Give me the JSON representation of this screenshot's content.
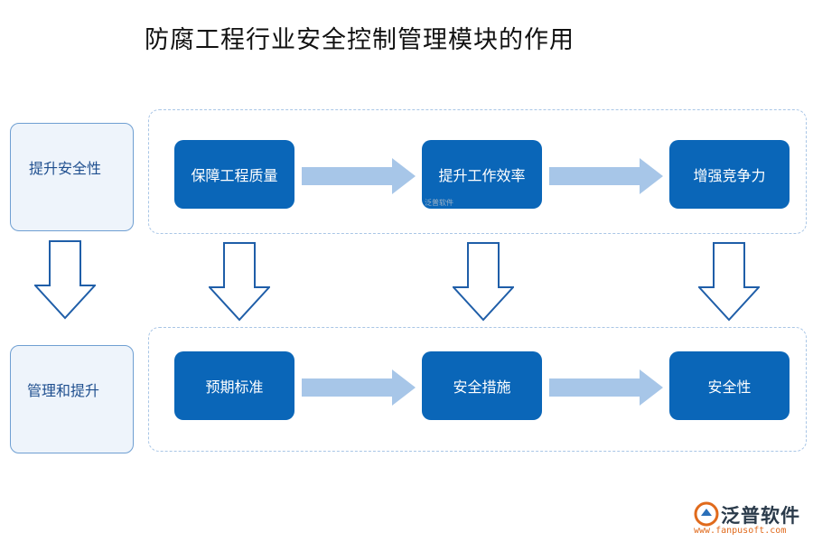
{
  "title": "防腐工程行业安全控制管理模块的作用",
  "side_labels": [
    "提升安全性",
    "管理和提升"
  ],
  "rows": [
    {
      "nodes": [
        "保障工程质量",
        "提升工作效率",
        "增强竞争力"
      ]
    },
    {
      "nodes": [
        "预期标准",
        "安全措施",
        "安全性"
      ]
    }
  ],
  "watermark_small": "泛普软件",
  "logo": {
    "name": "泛普软件",
    "url": "www.fanpusoft.com"
  },
  "colors": {
    "node_fill": "#0a66b8",
    "arrow_fill": "#a7c6e8",
    "down_arrow_stroke": "#1f5ea8",
    "side_fill": "#eef4fb",
    "logo_accent": "#e06a1c"
  }
}
